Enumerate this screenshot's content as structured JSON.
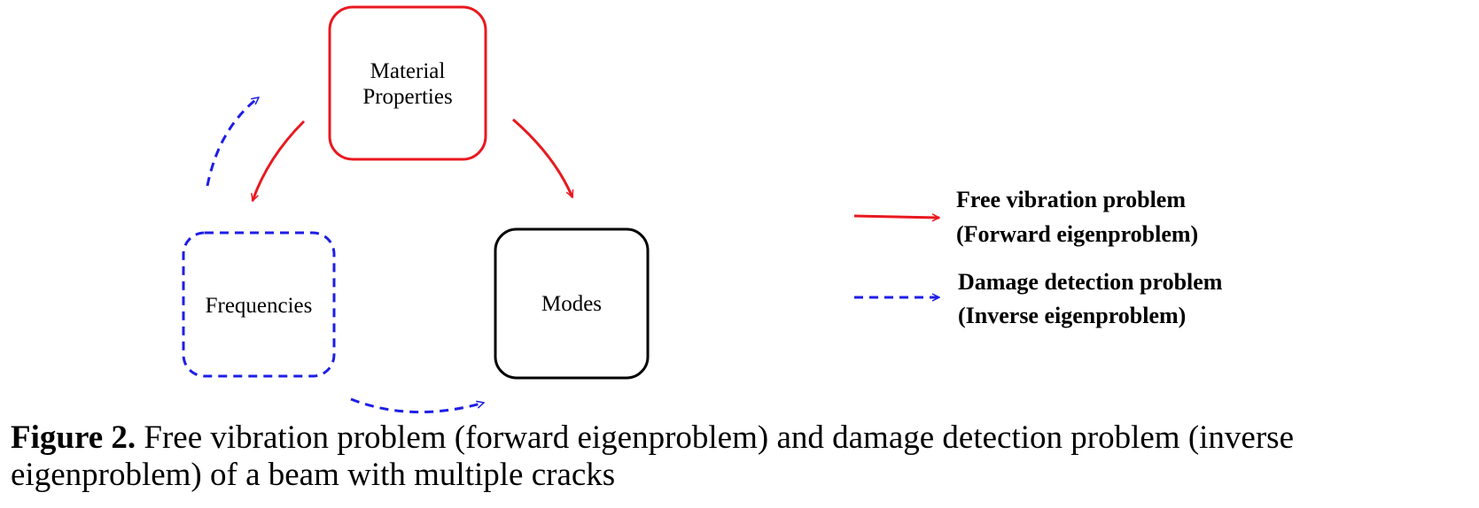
{
  "colors": {
    "forward": "#e8191f",
    "inverse": "#1e1ee6",
    "neutral": "#000000"
  },
  "nodes": {
    "material": {
      "line1": "Material",
      "line2": "Properties"
    },
    "frequencies": {
      "label": "Frequencies"
    },
    "modes": {
      "label": "Modes"
    }
  },
  "legend": {
    "forward": {
      "line1": "Free vibration problem",
      "line2": "(Forward eigenproblem)"
    },
    "inverse": {
      "line1": "Damage detection problem",
      "line2": "(Inverse eigenproblem)"
    }
  },
  "caption": {
    "label": "Figure 2.",
    "text": " Free vibration problem (forward eigenproblem) and damage detection problem (inverse eigenproblem) of a beam with multiple cracks"
  }
}
